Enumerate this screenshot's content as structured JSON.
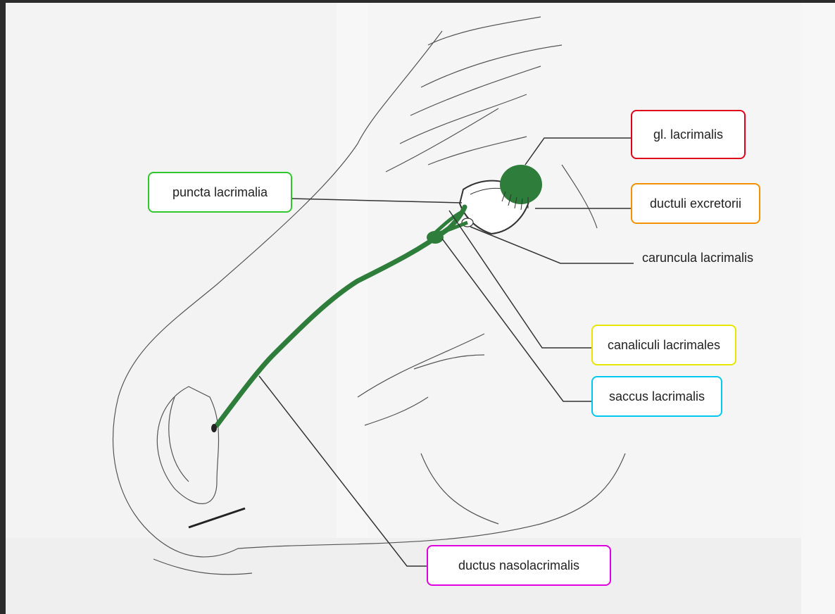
{
  "labels": {
    "gl_lacrimalis": {
      "text": "gl. lacrimalis",
      "color": "#e0001a"
    },
    "ductuli_excretorii": {
      "text": "ductuli excretorii",
      "color": "#f39200"
    },
    "caruncula_lacrimalis": {
      "text": "caruncula lacrimalis"
    },
    "puncta_lacrimalia": {
      "text": "puncta lacrimalia",
      "color": "#2ec82e"
    },
    "canaliculi_lacrimales": {
      "text": "canaliculi lacrimales",
      "color": "#e6e600"
    },
    "saccus_lacrimalis": {
      "text": "saccus lacrimalis",
      "color": "#00c8f0"
    },
    "ductus_nasolacrimalis": {
      "text": "ductus nasolacrimalis",
      "color": "#e000e0"
    }
  },
  "colors": {
    "duct_green": "#2e7d3a",
    "line": "#333333",
    "sketch": "#555555"
  }
}
